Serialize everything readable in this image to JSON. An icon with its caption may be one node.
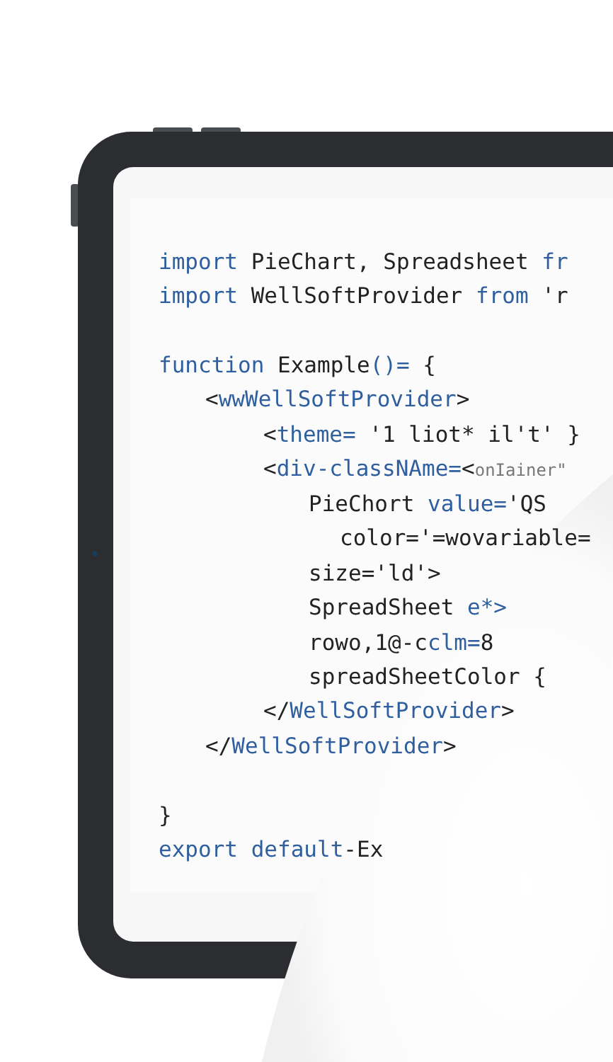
{
  "diagram": {
    "labels": [
      "import PieChart, Spreadsheet fr",
      "import WellSoftProvider from 'r",
      "function Example()= {",
      "<wwWellSoftProvider>",
      "<theme= '1 liot* il't' }",
      "<div-classNAme=<onIainer\"",
      "PieChort value='QS",
      "color='=wovariable=",
      "size='ld'>",
      "SpreadSheet e*>",
      "rowo,1@-cclm=8",
      "spreadSheetColor {",
      "</WellSoftProvider>",
      "</WellSoftProvider>",
      "}",
      "export default-Ex"
    ]
  }
}
